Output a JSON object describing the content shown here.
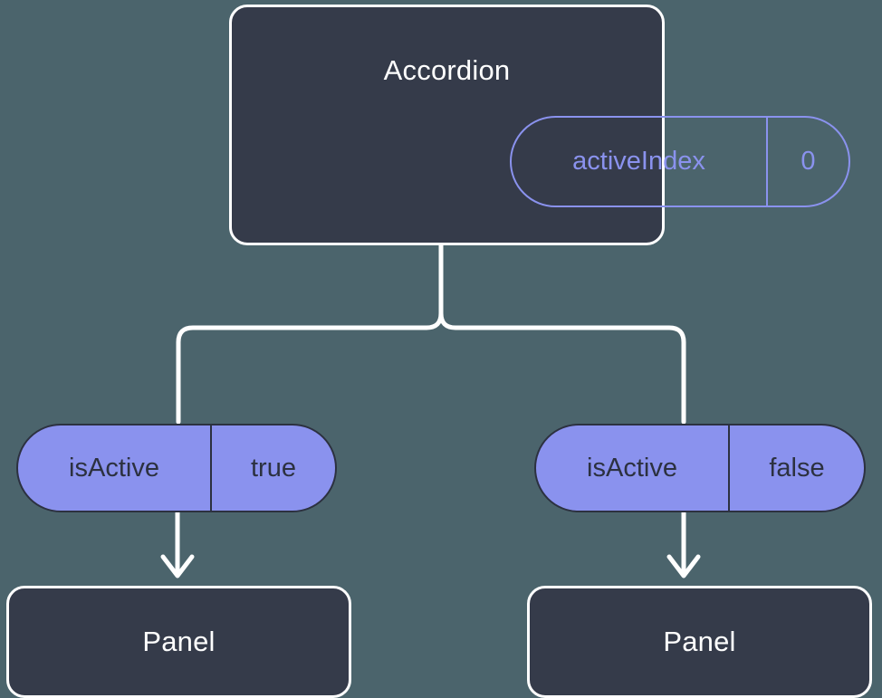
{
  "theme": {
    "background": "#4b646c",
    "node_fill": "#353b4a",
    "node_border": "#ffffff",
    "accent": "#8a92ee",
    "pill_text": "#2c3140",
    "title_text": "#ffffff"
  },
  "root": {
    "title": "Accordion",
    "state": {
      "key": "activeIndex",
      "value": "0"
    }
  },
  "branches": [
    {
      "prop": {
        "key": "isActive",
        "value": "true"
      },
      "child": {
        "title": "Panel"
      }
    },
    {
      "prop": {
        "key": "isActive",
        "value": "false"
      },
      "child": {
        "title": "Panel"
      }
    }
  ]
}
